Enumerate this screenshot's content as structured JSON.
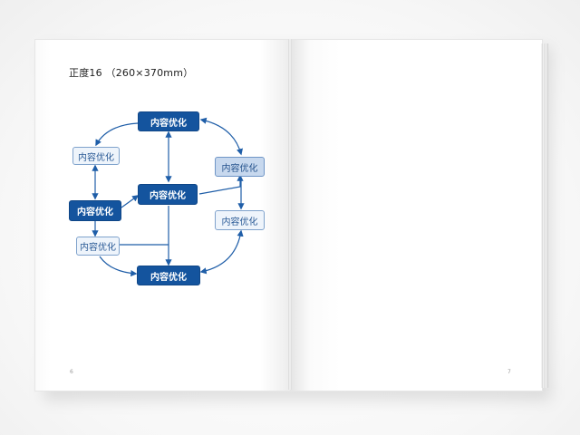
{
  "book": {
    "title": "正度16 （260×370mm）",
    "left_folio": "6",
    "right_folio": "7"
  },
  "diagram": {
    "nodes": {
      "top": "内容优化",
      "center": "内容优化",
      "left_top": "内容优化",
      "left_mid": "内容优化",
      "left_bottom": "内容优化",
      "right_top": "内容优化",
      "right_bottom": "内容优化",
      "bottom": "内容优化"
    }
  },
  "colors": {
    "primary": "#14549e",
    "light_fill": "#eef4fb",
    "mid_fill": "#c7d8ee",
    "arrow": "#1f5ea8"
  }
}
